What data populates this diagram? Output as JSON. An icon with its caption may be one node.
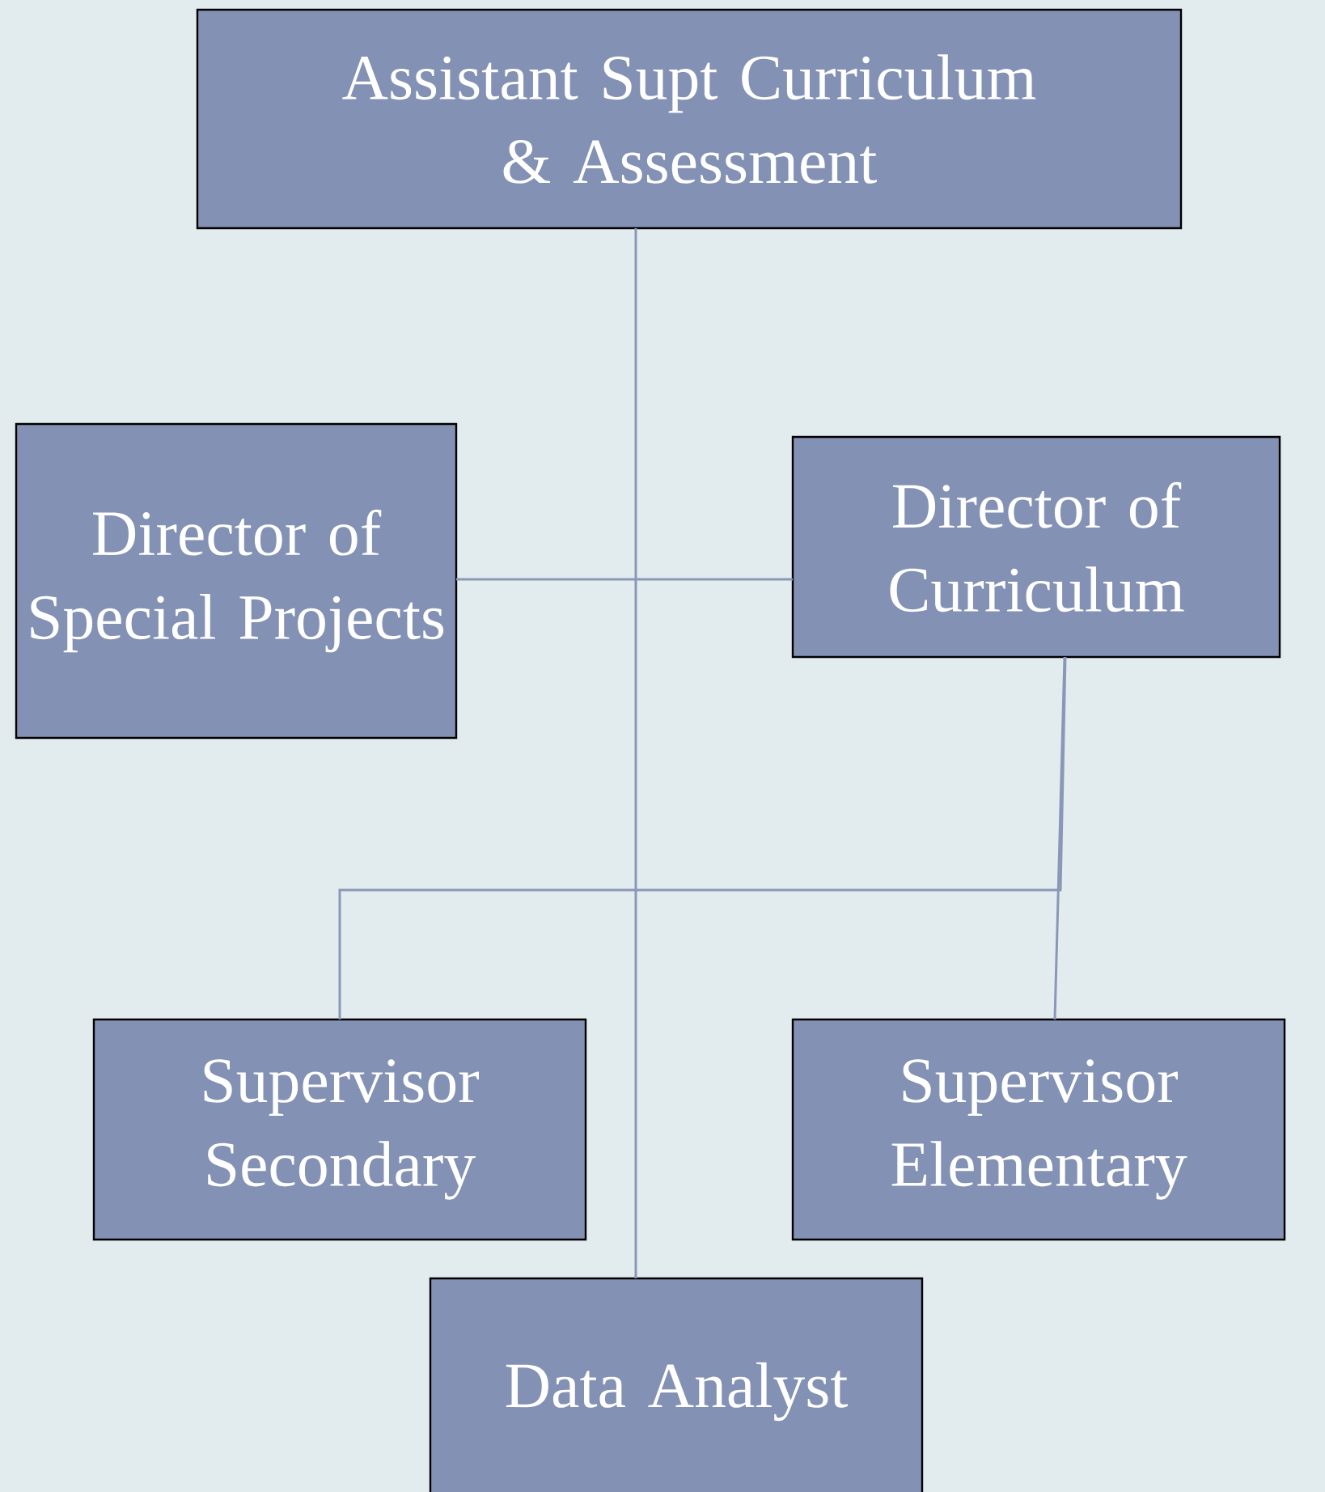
{
  "diagram": {
    "nodes": [
      {
        "text": [
          "Assistant Supt Curriculum & Assessment"
        ]
      },
      {
        "text": [
          "Director of Special Projects"
        ]
      },
      {
        "text": [
          "Director of Curriculum"
        ]
      },
      {
        "text": [
          "Supervisor Secondary"
        ]
      },
      {
        "text": [
          "Supervisor Elementary"
        ]
      },
      {
        "text": [
          "Data Analyst"
        ]
      }
    ],
    "edges": [
      {
        "from": 0,
        "to": 5,
        "arrow": "none"
      },
      {
        "from": 1,
        "to": 2,
        "arrow": "none"
      },
      {
        "from": 2,
        "to": 4,
        "arrow": "none"
      },
      {
        "from": 2,
        "to": 3,
        "arrow": "none"
      }
    ]
  }
}
